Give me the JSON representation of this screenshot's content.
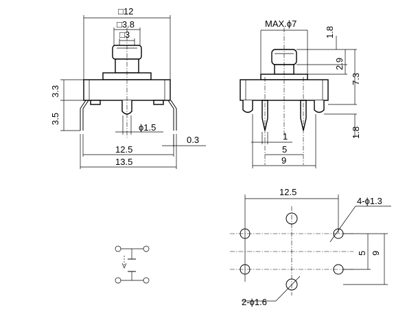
{
  "front_view": {
    "width_box": "□12",
    "plunger_box": "□3.8",
    "plunger_inner_box": "□3",
    "height_upper": "3.3",
    "height_lower": "3.5",
    "pin_diameter": "ϕ1.5",
    "pin_thickness": "0.3",
    "pin_span": "12.5",
    "overall_width": "13.5"
  },
  "side_view": {
    "cap_diameter": "MAX.ϕ7",
    "cap_top": "1.8",
    "cap_height": "2.9",
    "total_height": "7.3",
    "pin_length": "1.8",
    "pin_width": "1",
    "pin_pitch": "5",
    "pin_outer": "9"
  },
  "footprint": {
    "width": "12.5",
    "hole_large": "4-ϕ1.3",
    "row_pitch": "5",
    "row_outer": "9",
    "hole_small": "2-ϕ1.6"
  }
}
